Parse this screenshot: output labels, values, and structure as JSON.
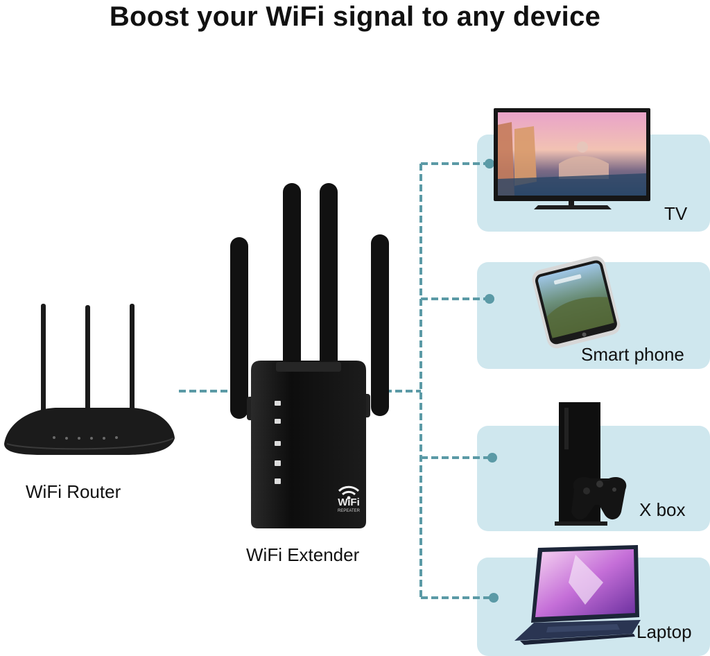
{
  "title": "Boost your WiFi signal to any device",
  "colors": {
    "panel": "#cfe7ee",
    "connector": "#5b9aa6",
    "device_dark": "#151515"
  },
  "router": {
    "label": "WiFi Router",
    "icon": "wifi-router-icon"
  },
  "extender": {
    "label": "WiFi Extender",
    "icon": "wifi-extender-icon",
    "badge_text": "WiFi",
    "badge_subtext": "REPEATER"
  },
  "devices": [
    {
      "label": "TV",
      "icon": "tv-icon"
    },
    {
      "label": "Smart phone",
      "icon": "smartphone-icon"
    },
    {
      "label": "X box",
      "icon": "game-console-icon"
    },
    {
      "label": "Laptop",
      "icon": "laptop-icon"
    }
  ]
}
